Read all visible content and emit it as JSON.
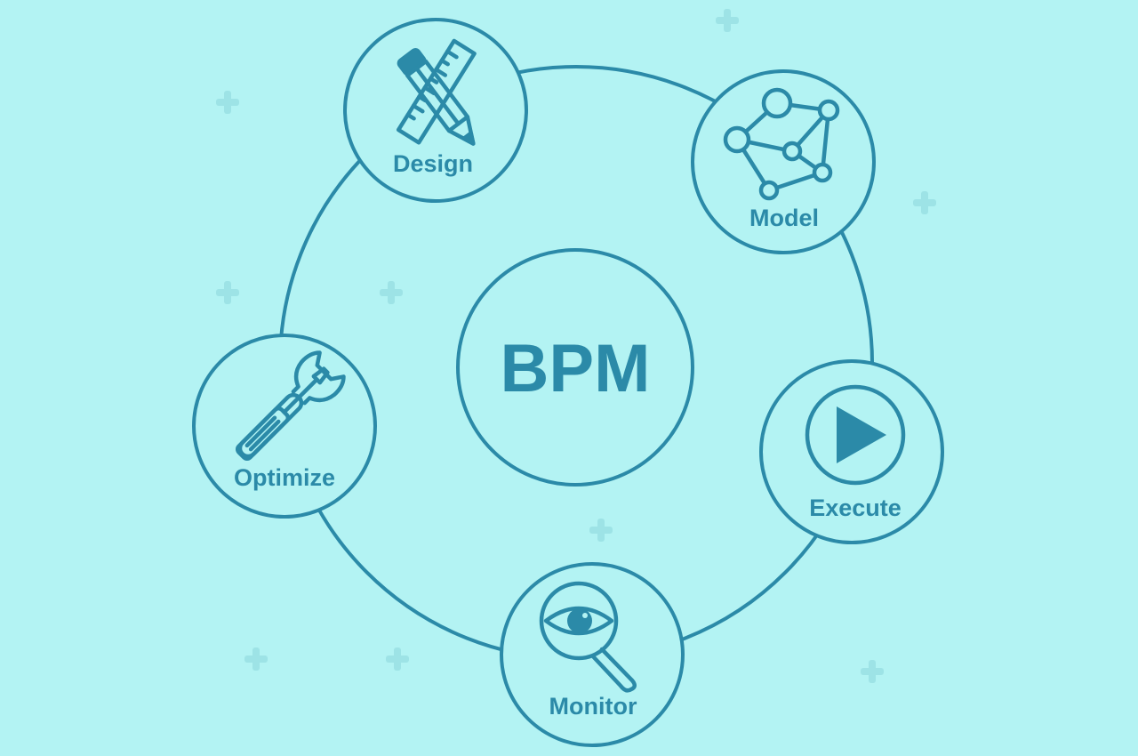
{
  "colors": {
    "background": "#b3f3f3",
    "stroke": "#2b8aa8",
    "node_fill": "#b3f3f3",
    "plus_marks": "#9de3e6"
  },
  "center": {
    "label": "BPM"
  },
  "stages": [
    {
      "label": "Design",
      "icon": "pencil-ruler-icon"
    },
    {
      "label": "Model",
      "icon": "network-graph-icon"
    },
    {
      "label": "Execute",
      "icon": "play-icon"
    },
    {
      "label": "Monitor",
      "icon": "magnifier-eye-icon"
    },
    {
      "label": "Optimize",
      "icon": "wrench-screwdriver-icon"
    }
  ]
}
